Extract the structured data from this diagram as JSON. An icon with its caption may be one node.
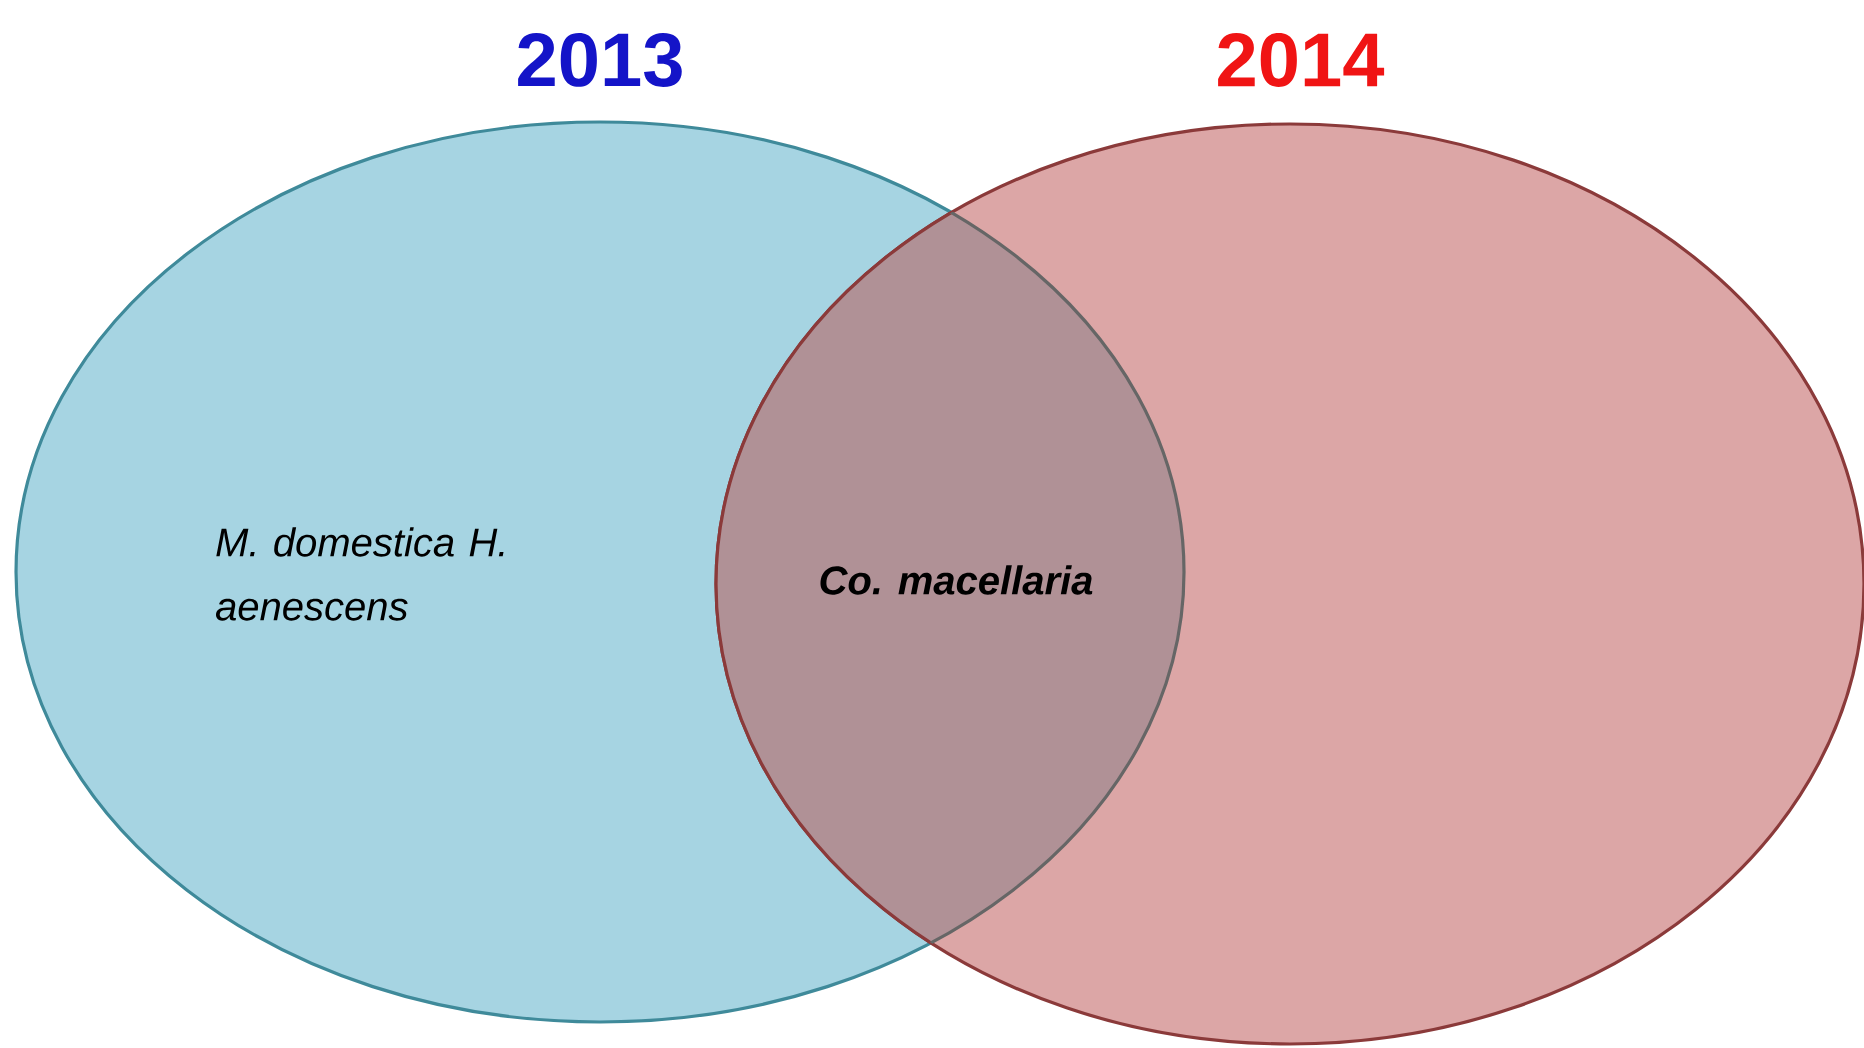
{
  "diagram": {
    "nodes": [
      {
        "text": [
          "2013",
          "M. domestica H. aenescens"
        ]
      },
      {
        "text": [
          "2014"
        ]
      }
    ],
    "labels": [
      "Co. macellaria"
    ]
  }
}
